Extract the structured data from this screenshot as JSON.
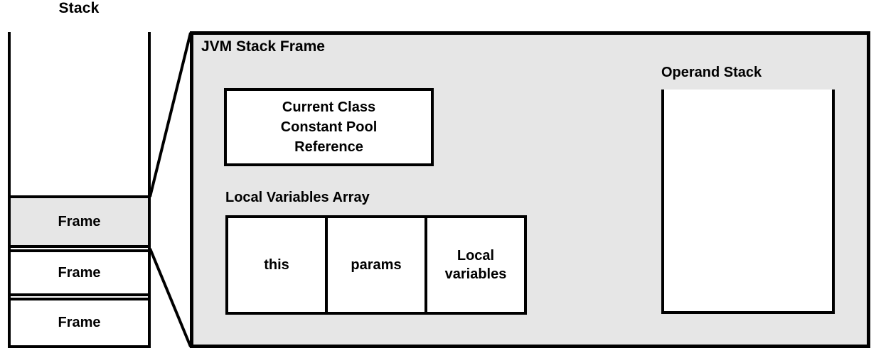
{
  "colors": {
    "stroke": "#000000",
    "panel_bg": "#e6e6e6",
    "highlight_bg": "#e6e6e6",
    "box_bg": "#ffffff"
  },
  "stack": {
    "title": "Stack",
    "frames": [
      {
        "label": "Frame",
        "highlighted": true
      },
      {
        "label": "Frame",
        "highlighted": false
      },
      {
        "label": "Frame",
        "highlighted": false
      }
    ]
  },
  "jvm_frame": {
    "title": "JVM Stack Frame",
    "constant_pool": {
      "line1": "Current Class",
      "line2": "Constant Pool",
      "line3": "Reference"
    },
    "local_variables": {
      "label": "Local Variables Array",
      "cells": [
        "this",
        "params",
        "Local variables"
      ]
    },
    "operand_stack": {
      "label": "Operand Stack"
    }
  }
}
